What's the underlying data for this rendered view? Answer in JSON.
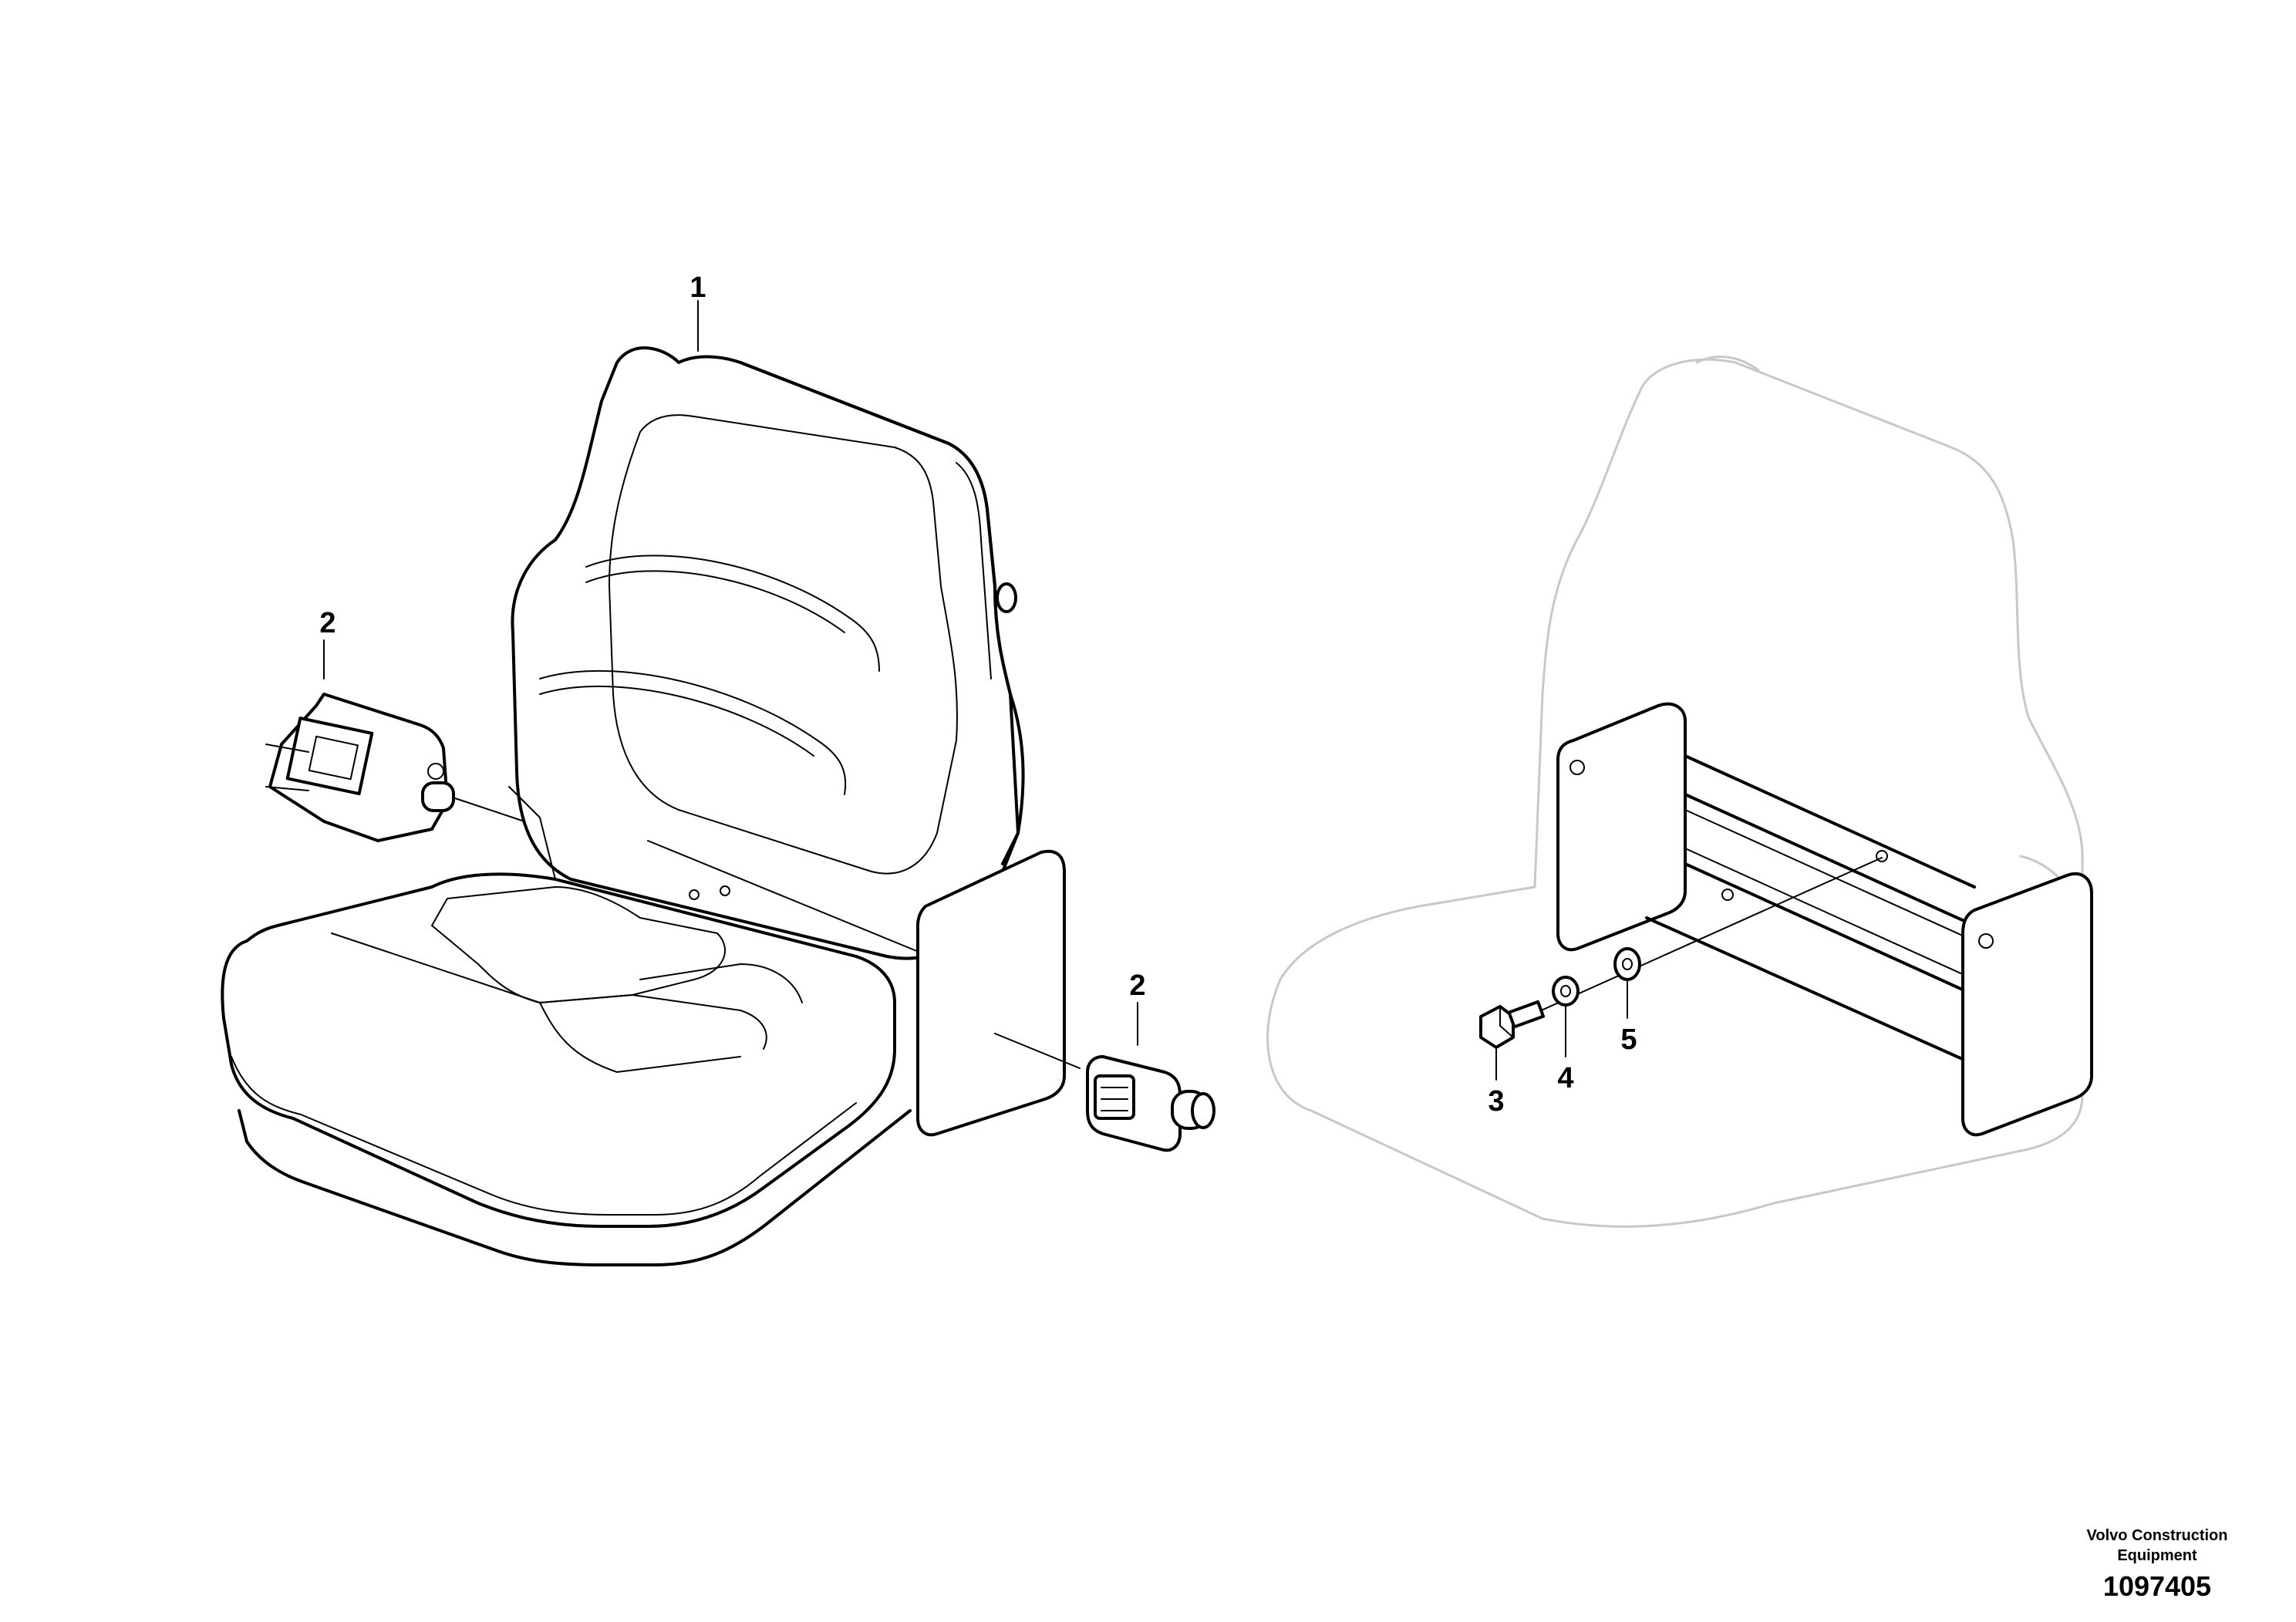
{
  "callouts": {
    "c1": "1",
    "c2a": "2",
    "c2b": "2",
    "c3": "3",
    "c4": "4",
    "c5": "5"
  },
  "footer": {
    "brand_line1": "Volvo Construction",
    "brand_line2": "Equipment",
    "part_number": "1097405"
  }
}
